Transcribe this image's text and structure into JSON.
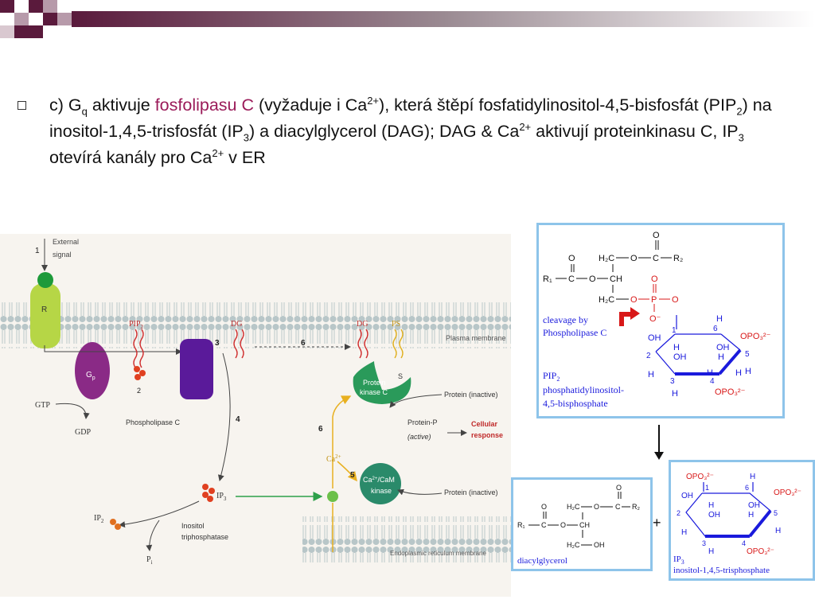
{
  "slide": {
    "prefix": "c) G",
    "sub_q": "q",
    "t1": " aktivuje ",
    "highlight": "fosfolipasu C",
    "t2": " (vyžaduje i Ca",
    "sup1": "2+",
    "t3": "), která štěpí fosfatidylinositol-4,5-bisfosfát (PIP",
    "sub2": "2",
    "t4": ") na inositol-1,4,5-trisfosfát (IP",
    "sub3": "3",
    "t5": ") a diacylglycerol (DAG); DAG & Ca",
    "sup2": "2+",
    "t6": " aktivují proteinkinasu C, IP",
    "sub4": "3",
    "t7": " otevírá kanály pro Ca",
    "sup3": "2+",
    "t8": " v ER"
  },
  "colors": {
    "accent_dark": "#5a1a3c",
    "accent_magenta": "#9b1c5a",
    "box_border": "#8ec4ea",
    "structure_blue": "#1a1adc",
    "structure_red": "#d81818"
  },
  "pathway": {
    "step1": "1",
    "external": "External",
    "signal": "signal",
    "receptor": "R",
    "pip2": "PIP",
    "pip2_sub": "2",
    "dg1": "DG",
    "dg2": "DG",
    "ps": "PS",
    "plasma_membrane": "Plasma membrane",
    "step3": "3",
    "step6a": "6",
    "gp": "G",
    "gp_sub": "p",
    "step2": "2",
    "gtp": "GTP",
    "gdp": "GDP",
    "plc": "Phospholipase C",
    "step4": "4",
    "pkc1": "Protein",
    "pkc2": "kinase C",
    "s": "S",
    "protein_inactive1": "Protein (inactive)",
    "protein_p": "Protein-P",
    "active": "(active)",
    "cellular1": "Cellular",
    "cellular2": "response",
    "step6b": "6",
    "ca": "Ca",
    "ca_sup": "2+",
    "step5": "5",
    "camk1": "Ca",
    "camk1_sup": "2+",
    "camk1_rest": "/CaM",
    "camk2": "kinase",
    "protein_inactive2": "Protein (inactive)",
    "ip3": "IP",
    "ip3_sub": "3",
    "ip2": "IP",
    "ip2_sub": "2",
    "inositol1": "Inositol",
    "inositol2": "triphosphatase",
    "pi": "P",
    "pi_sub": "i",
    "er_membrane": "Endoplasmic reticulum membrane"
  },
  "pip2_box": {
    "o_top": "O",
    "h2c_top": "H₂C",
    "o1": "O",
    "c1": "C",
    "r2": "R₂",
    "o_left": "O",
    "r1": "R₁",
    "c_left": "C",
    "o2": "O",
    "ch": "CH",
    "h2c_bot": "H₂C",
    "o3": "O",
    "p": "P",
    "o4": "O",
    "o_up": "O",
    "o_minus": "O⁻",
    "cleavage1": "cleavage by",
    "cleavage2": "Phospholipase C",
    "n1": "1",
    "n6": "6",
    "opo3_right": "OPO₃²⁻",
    "oh_a": "OH",
    "h_a": "H",
    "oh_b": "OH",
    "h_b": "H",
    "n2": "2",
    "oh_c": "OH",
    "n5": "5",
    "h_c": "H",
    "h_d": "H",
    "n3": "3",
    "n4": "4",
    "h_e": "H",
    "opo3_bottom": "OPO₃²⁻",
    "h_top": "H",
    "h_f": "H",
    "h_g": "H",
    "label1": "PIP",
    "label1_sub": "2",
    "label2": "phosphatidylinositol-",
    "label3": "4,5-bisphosphate"
  },
  "dag_box": {
    "o_top": "O",
    "h2c_top": "H₂C",
    "o1": "O",
    "c1": "C",
    "r2": "R₂",
    "o_left": "O",
    "r1": "R₁",
    "c_left": "C",
    "o2": "O",
    "ch": "CH",
    "h2c_bot": "H₂C",
    "oh": "OH",
    "label": "diacylglycerol"
  },
  "plus": "+",
  "ip3_box": {
    "opo3_top": "OPO₃²⁻",
    "h_top": "H",
    "n1": "1",
    "n6": "6",
    "opo3_right": "OPO₃²⁻",
    "oh_a": "OH",
    "h_a": "H",
    "oh_b": "OH",
    "h_b": "H",
    "n2": "2",
    "oh_c": "OH",
    "n5": "5",
    "h_c": "H",
    "h_d": "H",
    "n3": "3",
    "n4": "4",
    "h_e": "H",
    "opo3_bottom": "OPO₃²⁻",
    "label1": "IP",
    "label1_sub": "3",
    "label2": "inositol-1,4,5-trisphosphate"
  }
}
